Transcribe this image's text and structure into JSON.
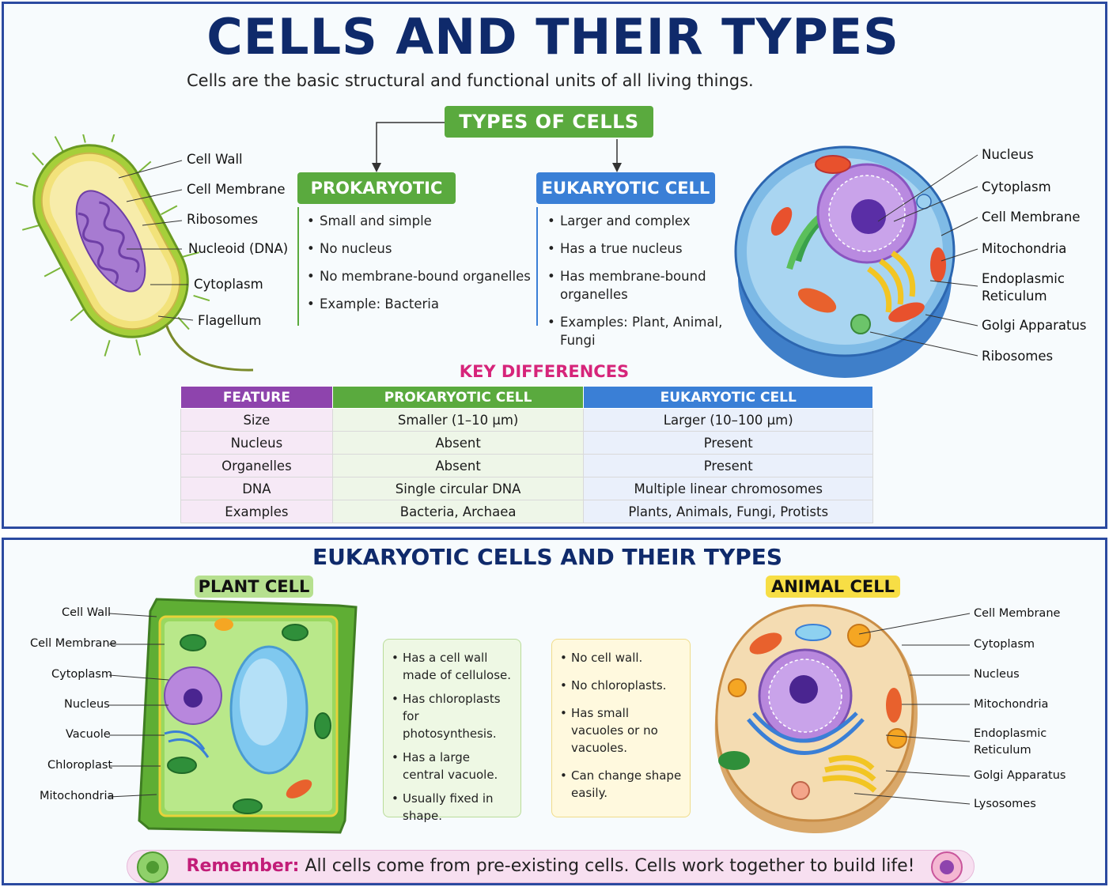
{
  "title": "CELLS AND THEIR TYPES",
  "subtitle": "Cells are the basic structural and functional units of all living things.",
  "types_heading": "TYPES OF CELLS",
  "prokaryotic": {
    "heading": "PROKARYOTIC CELL",
    "points": [
      "Small and simple",
      "No nucleus",
      "No membrane-bound organelles",
      "Example: Bacteria"
    ],
    "labels": [
      "Cell Wall",
      "Cell Membrane",
      "Ribosomes",
      "Nucleoid (DNA)",
      "Cytoplasm",
      "Flagellum"
    ]
  },
  "eukaryotic": {
    "heading": "EUKARYOTIC CELL",
    "points": [
      "Larger and complex",
      "Has a true nucleus",
      "Has membrane-bound organelles",
      "Examples: Plant, Animal, Fungi"
    ],
    "labels": [
      "Nucleus",
      "Cytoplasm",
      "Cell Membrane",
      "Mitochondria",
      "Endoplasmic",
      "Reticulum",
      "Golgi Apparatus",
      "Ribosomes"
    ]
  },
  "key_differences": {
    "heading": "KEY DIFFERENCES",
    "columns": [
      "FEATURE",
      "PROKARYOTIC CELL",
      "EUKARYOTIC CELL"
    ],
    "rows": [
      [
        "Size",
        "Smaller (1–10 µm)",
        "Larger (10–100 µm)"
      ],
      [
        "Nucleus",
        "Absent",
        "Present"
      ],
      [
        "Organelles",
        "Absent",
        "Present"
      ],
      [
        "DNA",
        "Single circular DNA",
        "Multiple linear chromosomes"
      ],
      [
        "Examples",
        "Bacteria, Archaea",
        "Plants, Animals, Fungi, Protists"
      ]
    ],
    "header_colors": [
      "#8e44ad",
      "#5aaa3e",
      "#3a7fd6"
    ]
  },
  "eukaryotic_types": {
    "heading": "EUKARYOTIC CELLS AND THEIR TYPES",
    "plant": {
      "heading": "PLANT CELL",
      "labels": [
        "Cell Wall",
        "Cell Membrane",
        "Cytoplasm",
        "Nucleus",
        "Vacuole",
        "Chloroplast",
        "Mitochondria"
      ],
      "points": [
        "Has a cell wall made of cellulose.",
        "Has chloroplasts for photosynthesis.",
        "Has a large central vacuole.",
        "Usually fixed in shape."
      ]
    },
    "animal": {
      "heading": "ANIMAL CELL",
      "labels": [
        "Cell Membrane",
        "Cytoplasm",
        "Nucleus",
        "Mitochondria",
        "Endoplasmic",
        "Reticulum",
        "Golgi Apparatus",
        "Lysosomes"
      ],
      "points": [
        "No cell wall.",
        "No chloroplasts.",
        "Has small vacuoles or no vacuoles.",
        "Can change shape easily."
      ]
    }
  },
  "remember": {
    "head": "Remember:",
    "text": " All cells come from pre-existing cells. Cells work together to build life!"
  },
  "colors": {
    "navy": "#0f2a6b",
    "green": "#5aaa3e",
    "blue": "#3a7fd6",
    "magenta": "#d6247a",
    "purple": "#8e44ad"
  }
}
